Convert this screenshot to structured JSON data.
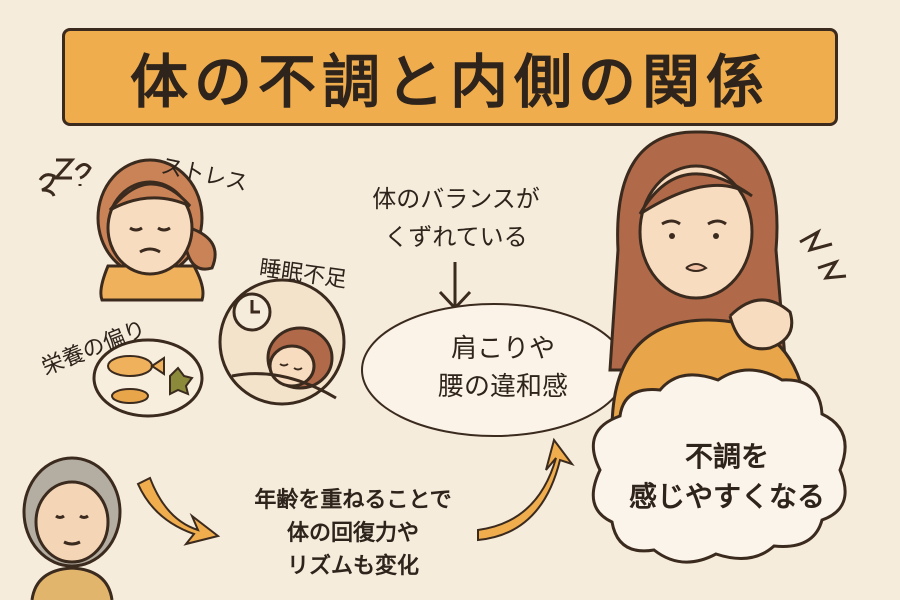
{
  "title": "体の不調と内側の関係",
  "labels": {
    "stress": "ストレス",
    "sleep": "睡眠不足",
    "nutrition": "栄養の偏り"
  },
  "balance": {
    "line1": "体のバランスが",
    "line2": "くずれている"
  },
  "ellipse": {
    "line1": "肩こりや",
    "line2": "腰の違和感"
  },
  "cloud": {
    "line1": "不調を",
    "line2": "感じやすくなる"
  },
  "aging": {
    "line1": "年齢を重ねることで",
    "line2": "体の回復力や",
    "line3": "リズムも変化"
  },
  "colors": {
    "background": "#f6ecdc",
    "title_fill": "#efad4e",
    "outline": "#3b2a1e",
    "sweater": "#e8a54a",
    "hair": "#b06a4a",
    "skin": "#f8dcc0"
  },
  "icons": [
    "sleep-z-icon",
    "clock-icon",
    "fish-icon",
    "lightning-icon",
    "down-arrow-icon",
    "curved-arrow-icon"
  ]
}
